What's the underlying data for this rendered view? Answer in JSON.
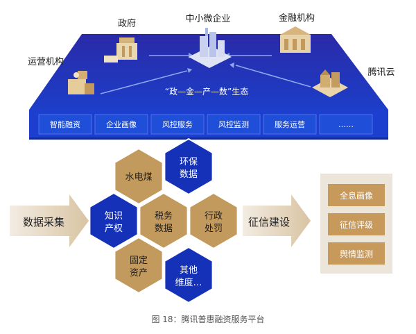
{
  "actors": {
    "gov": "政府",
    "sme": "中小微企业",
    "finance": "金融机构",
    "operator": "运营机构",
    "tencent": "腾讯云"
  },
  "ecosystem_label": "“政—金—产—数”生态",
  "services": [
    "智能融资",
    "企业画像",
    "风控服务",
    "风控监测",
    "服务运营",
    "……"
  ],
  "left_label": "数据采集",
  "middle_label": "征信建设",
  "hexagons": [
    {
      "line1": "水电煤",
      "line2": "",
      "style": "gold"
    },
    {
      "line1": "环保",
      "line2": "数据",
      "style": "blue"
    },
    {
      "line1": "知识",
      "line2": "产权",
      "style": "blue"
    },
    {
      "line1": "税务",
      "line2": "数据",
      "style": "gold"
    },
    {
      "line1": "行政",
      "line2": "处罚",
      "style": "gold"
    },
    {
      "line1": "固定",
      "line2": "资产",
      "style": "gold"
    },
    {
      "line1": "其他",
      "line2": "维度…",
      "style": "blue"
    }
  ],
  "outputs": [
    "全息画像",
    "征信评级",
    "舆情监测"
  ],
  "caption": "图 18：腾讯普惠融资服务平台",
  "colors": {
    "platform_blue": "#1a2fb3",
    "platform_front": "#1e3bd0",
    "service_box": "#1f4fd8",
    "hex_blue": "#1431b8",
    "hex_gold": "#c39a5e",
    "output_gold": "#c79a5c",
    "output_panel": "#ece5d9"
  }
}
